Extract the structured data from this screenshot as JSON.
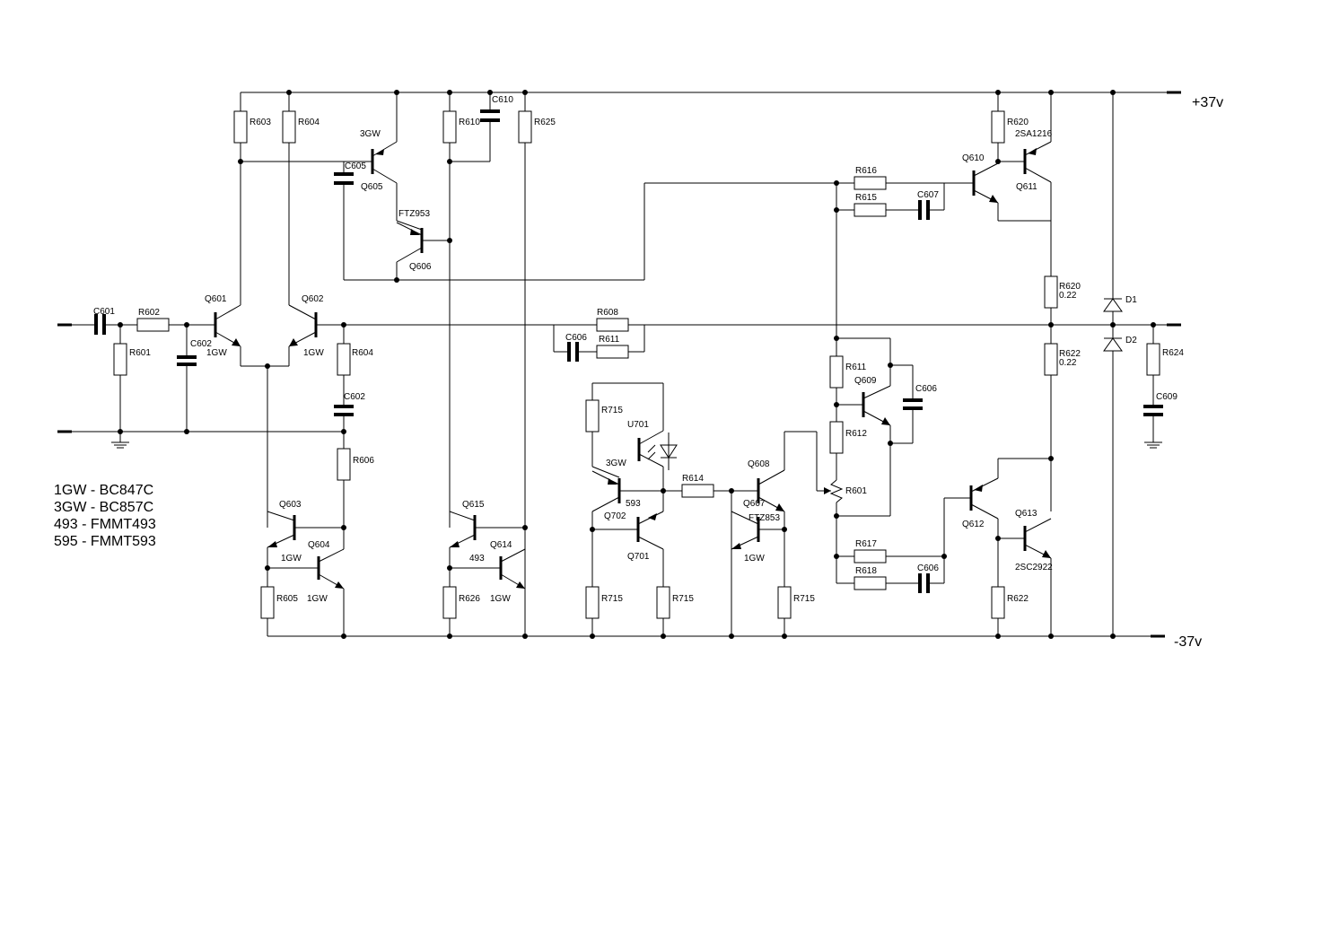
{
  "rails": {
    "pos": "+37v",
    "neg": "-37v"
  },
  "legend": [
    "1GW - BC847C",
    "3GW - BC857C",
    "493 - FMMT493",
    "595 - FMMT593"
  ],
  "labels": {
    "c601": "C601",
    "r602": "R602",
    "r601": "R601",
    "c602a": "C602",
    "c602b": "C602",
    "q601": "Q601",
    "q601m": "1GW",
    "q602": "Q602",
    "q602m": "1GW",
    "r603": "R603",
    "r604a": "R604",
    "r604b": "R604",
    "r606": "R606",
    "q605m": "3GW",
    "c605": "C605",
    "q605": "Q605",
    "ftz953": "FTZ953",
    "q606": "Q606",
    "r610": "R610",
    "c610": "C610",
    "r625": "R625",
    "q603": "Q603",
    "q604": "Q604",
    "q603m": "1GW",
    "q604m": "1GW",
    "r605": "R605",
    "q615": "Q615",
    "q614": "Q614",
    "q615m": "493",
    "q614m": "1GW",
    "r626": "R626",
    "r608": "R608",
    "c606a": "C606",
    "r611a": "R611",
    "r715a": "R715",
    "u701": "U701",
    "q702m": "3GW",
    "q702": "Q702",
    "q701m": "593",
    "q701": "Q701",
    "r715b": "R715",
    "r715c": "R715",
    "r614": "R614",
    "q608": "Q608",
    "q607": "Q607",
    "ftz853": "FTZ853",
    "q607m": "1GW",
    "r715d": "R715",
    "r616": "R616",
    "r615": "R615",
    "c607": "C607",
    "q610": "Q610",
    "q611": "Q611",
    "sa1216": "2SA1216",
    "r620a": "R620",
    "r620b": "R620",
    "r620bv": "0.22",
    "d1": "D1",
    "d2": "D2",
    "r622a": "R622",
    "r622av": "0.22",
    "r624": "R624",
    "c609": "C609",
    "r611b": "R611",
    "q609": "Q609",
    "c606b": "C606",
    "r612": "R612",
    "r601b": "R601",
    "r617": "R617",
    "r618": "R618",
    "c606c": "C606",
    "q612": "Q612",
    "q613": "Q613",
    "sc2922": "2SC2922",
    "r622b": "R622"
  }
}
